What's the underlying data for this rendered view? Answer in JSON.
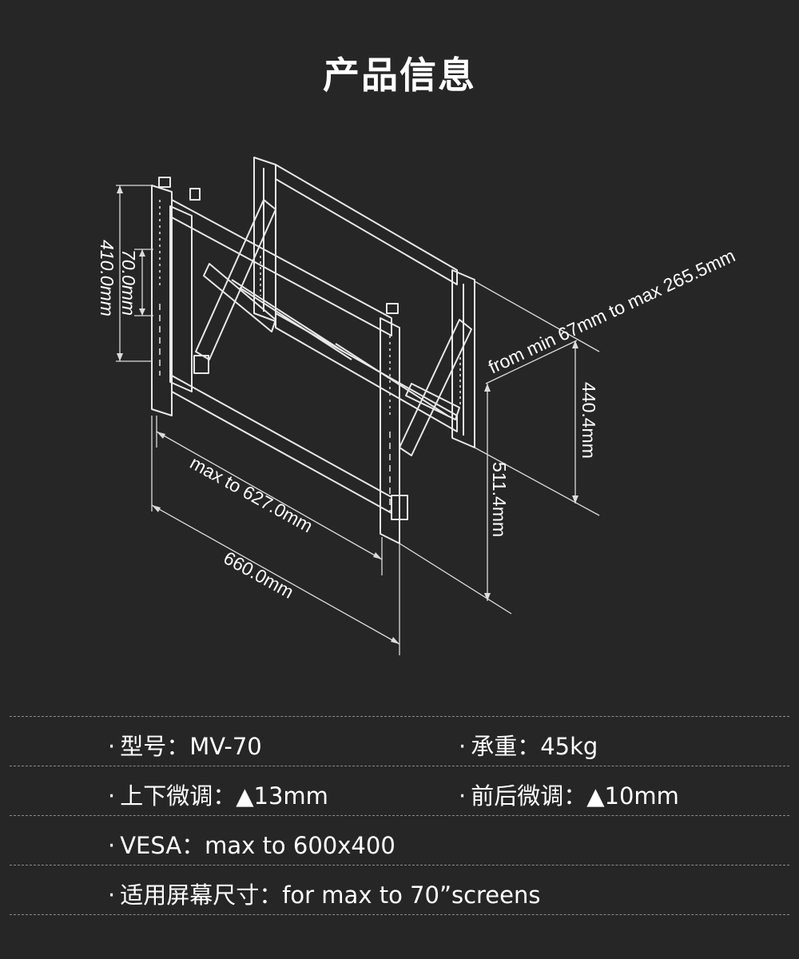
{
  "title": "产品信息",
  "dimensions": {
    "height_total": "410.0mm",
    "height_adjust": "70.0mm",
    "depth_range": "from min 67mm to max 265.5mm",
    "inner_height": "440.4mm",
    "outer_height": "511.4mm",
    "inner_width": "max to 627.0mm",
    "outer_width": "660.0mm"
  },
  "specs": {
    "bullet": "·",
    "model": "型号：MV-70",
    "load": "承重：45kg",
    "vertical_adjust": "上下微调：▲13mm",
    "depth_adjust": "前后微调：▲10mm",
    "vesa": "VESA：max to 600x400",
    "screen_size": "适用屏幕尺寸：for max to 70”screens"
  },
  "colors": {
    "background": "#262626",
    "text": "#ffffff",
    "divider": "#8a8a8a"
  }
}
